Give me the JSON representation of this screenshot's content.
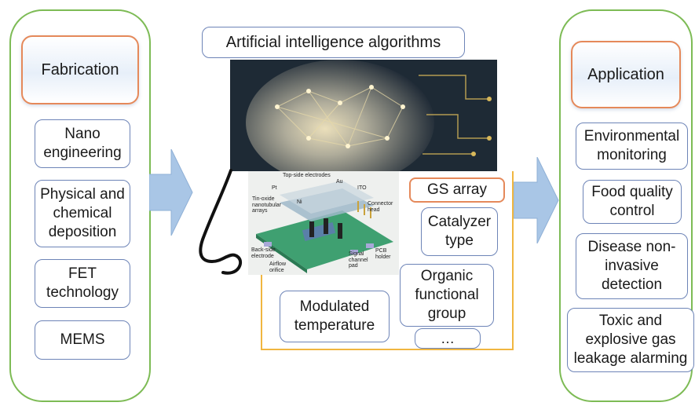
{
  "left_panel": {
    "header": "Fabrication",
    "items": [
      "Nano engineering",
      "Physical and chemical deposition",
      "FET technology",
      "MEMS"
    ]
  },
  "right_panel": {
    "header": "Application",
    "items": [
      "Environmental monitoring",
      "Food quality control",
      "Disease non-invasive detection",
      "Toxic and explosive gas leakage alarming"
    ]
  },
  "center": {
    "ai_title": "Artificial intelligence algorithms",
    "gs_array": "GS array",
    "catalyzer": "Catalyzer type",
    "organic": "Organic functional group",
    "modulated": "Modulated temperature",
    "ellipsis": "…"
  },
  "device_labels": {
    "top_electrodes": "Top-side electrodes",
    "au": "Au",
    "pt": "Pt",
    "ito": "ITO",
    "tin_oxide": "Tin-oxide nanotubular arrays",
    "ni": "Ni",
    "connector": "Connector head",
    "back_electrode": "Back-side electrode",
    "airflow": "Airflow orifice",
    "signal": "Signal channel pad",
    "pcb": "PCB holder"
  },
  "colors": {
    "panel_border": "#7dbb55",
    "box_border": "#6d84b7",
    "header_border": "#e5895a",
    "frame_orange": "#f0b640",
    "arrow_fill": "#a9c6e6"
  }
}
